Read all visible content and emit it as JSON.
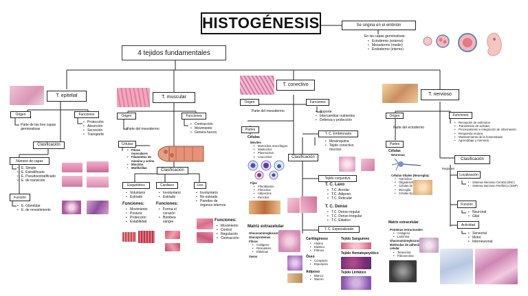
{
  "title": "HISTOGÉNESIS",
  "fundamentals": "4 tejidos fundamentales",
  "origin": {
    "title": "Se  origina en el embrión",
    "subtitle": "En las capas germinativas:",
    "items": [
      "Ectodermo (externo)",
      "Mesodermo (medio)",
      "Endodermo (interno)"
    ]
  },
  "epitelial": {
    "title": "T. epitelial",
    "origen": "Origen",
    "origen_text": "Parte de las tres capas germinativas",
    "funciones": "Funciones",
    "funciones_items": [
      "Protección",
      "Absorción",
      "Secreción",
      "Transporte"
    ],
    "clasificacion": "Clasificación",
    "capas": "Número de capas",
    "capas_items": [
      "E. Simple",
      "E. Estratificado",
      "E. Pseudoestratificado",
      "E. de transición"
    ],
    "funcion": "Función",
    "funcion_items": [
      "E. Glandular",
      "E. de revestimiento"
    ]
  },
  "muscular": {
    "title": "T. muscular",
    "origen": "Origen",
    "origen_text": "Parte del mesodermo",
    "funciones": "Funciones",
    "funciones_items": [
      "Contracción",
      "Movimiento",
      "Genera fuerza"
    ],
    "celulas": "Células",
    "celulas_items": [
      "Fibras musculares",
      "Filamentos de miosina y actina",
      "Miocitos",
      "Miofibrillas"
    ],
    "clasificacion": "Clasificación",
    "esqueletico": "Esquelético",
    "esq_items": [
      "Voluntario",
      "Estriado"
    ],
    "esq_funciones": "Funciones:",
    "esq_func_items": [
      "Movimiento",
      "Postura",
      "Protección",
      "Estabilidad"
    ],
    "cardiaco": "Cardiaco",
    "card_items": [
      "Involuntario",
      "Estriado"
    ],
    "card_funciones": "Funciones:",
    "card_func_items": [
      "Forma el corazón",
      "Bombea sangre"
    ],
    "liso": "Liso",
    "liso_items": [
      "Involuntario",
      "No estriado",
      "Paredes de órganos internos"
    ],
    "liso_funciones": "Funciones:",
    "liso_func_items": [
      "Movimiento",
      "Control",
      "Regulación",
      "Contracción"
    ]
  },
  "conectivo": {
    "title": "T. conectivo",
    "origen": "Origen",
    "origen_text": "Parte del mesodermo",
    "funciones": "Funciones",
    "funciones_items": [
      "Soporte",
      "Intercambiar nutrientes",
      "Defensa y protección"
    ],
    "partes": "Partes",
    "celulas": "Células",
    "moviles": "Móviles",
    "moviles_items": [
      "Monocitos macrófagos",
      "Mastocitos",
      "Plasmocitos",
      "Leucocitos"
    ],
    "fijas": "Fijas",
    "fijas_items": [
      "Fibroblastos",
      "Fibrocitos",
      "Adipocitos",
      "Pericitos"
    ],
    "matriz": "Matriz extracelular",
    "matriz_a": "Glucosaminoglucanos",
    "matriz_b": "Glucoproteínas",
    "fibras": "Fibras",
    "fibras_items": [
      "Colágeno",
      "Reticulares",
      "Elásticas"
    ],
    "vasos": "Vasos",
    "clasificacion": "Clasificación",
    "embrionario": "T. C. Embrionario",
    "emb_items": [
      "Mesénquima",
      "Tejido conectivo mucoso"
    ],
    "conjuntivo": "Tejido conjuntivo",
    "laxo": "T. C. Laxo",
    "laxo_items": [
      "T.C. Areolar",
      "T.C. Adiposo",
      "T.C. Reticular"
    ],
    "denso": "T. C. Denso",
    "denso_items": [
      "T.C. Denso regular",
      "T.C. Denso irregular",
      "T.C. Elástico"
    ],
    "especializado": "T. C. Especializado",
    "cartilaginoso": "Cartilaginoso",
    "cart_items": [
      "Hialino",
      "Elástico",
      "Fibroso"
    ],
    "oseo": "Óseo",
    "oseo_items": [
      "Compacto",
      "Esponjoso"
    ],
    "adiposo": "Adiposo",
    "adip_items": [
      "Blanco",
      "Marrón"
    ],
    "sanguineo": "Tejido Sanguíneo",
    "hemato": "Tejido Hematopoyético",
    "linfatico": "Tejido Linfático"
  },
  "nervioso": {
    "title": "T. nervioso",
    "origen": "Origen",
    "origen_text": "Parte del ectodermo",
    "funciones": "Funciones",
    "funciones_items": [
      "Recepción de estímulos",
      "Transmisión de señales",
      "Procesamiento e integración de información",
      "Respuesta motora",
      "Mantenimiento de la homeostasis",
      "Aprendizaje y memoria"
    ],
    "partes": "Partes",
    "celulas": "Células",
    "neuronas": "Neuronas",
    "glia": "Células Gliales (Neuroglia):",
    "glia_items": [
      "Astrocitos",
      "Oligodendrocitos",
      "Células de Schwann",
      "Microglía",
      "Células Ependimarias"
    ],
    "matriz": "Matriz extracelular",
    "prot": "Proteínas estructurales",
    "prot_items": [
      "Colágeno",
      "Laminina"
    ],
    "gluco": "Glucosaminoglucanos",
    "moleculas": "Moléculas de adhesión celular",
    "mol_items": [
      "Tenascina",
      "Fibronectina"
    ],
    "clasificacion": "Clasificación",
    "regiones": "Regiones",
    "localizacion": "Localización",
    "loc_items": [
      "Sistema Nervioso Central (SNC)",
      "Sistema Nervioso Periférico (SNP)"
    ],
    "funcion": "Función",
    "funcion_items": [
      "Neuronal",
      "Glial"
    ],
    "actividad": "Actividad",
    "actividad_items": [
      "Sensorial",
      "Motor",
      "Interneuronal"
    ]
  },
  "colors": {
    "pink_tissue": "#e9a6c4",
    "purple_tissue": "#b07ac2",
    "red_tissue": "#c9415a",
    "cell_blue": "#8da6d8"
  }
}
